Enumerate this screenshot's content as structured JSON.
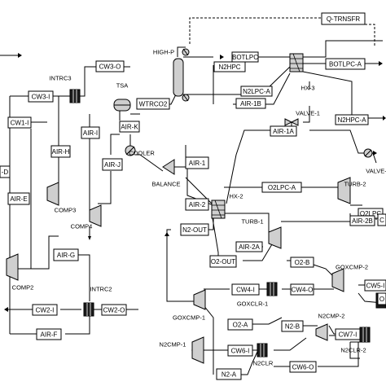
{
  "streams": [
    {
      "id": "Q-TRNSFR"
    },
    {
      "id": "BOTLPC"
    },
    {
      "id": "N2HPC"
    },
    {
      "id": "BOTLPC-A"
    },
    {
      "id": "CW3-O"
    },
    {
      "id": "CW3-I"
    },
    {
      "id": "N2LPC-A"
    },
    {
      "id": "AIR-1B"
    },
    {
      "id": "WTRCO2"
    },
    {
      "id": "CW1-I"
    },
    {
      "id": "AIR-I"
    },
    {
      "id": "AIR-K"
    },
    {
      "id": "AIR-1A"
    },
    {
      "id": "N2HPC-A"
    },
    {
      "id": "AIR-H"
    },
    {
      "id": "AIR-J"
    },
    {
      "id": "AIR-1"
    },
    {
      "id": "O2LPC-A"
    },
    {
      "id": "AIR-E"
    },
    {
      "id": "AIR-2"
    },
    {
      "id": "O2LPC"
    },
    {
      "id": "N2-OUT"
    },
    {
      "id": "AIR-2B"
    },
    {
      "id": "AIR-G"
    },
    {
      "id": "AIR-2A"
    },
    {
      "id": "O2-OUT"
    },
    {
      "id": "O2-B"
    },
    {
      "id": "CW5-I"
    },
    {
      "id": "CW4-I"
    },
    {
      "id": "CW4-O"
    },
    {
      "id": "CW2-I"
    },
    {
      "id": "CW2-O"
    },
    {
      "id": "O2-A"
    },
    {
      "id": "N2-B"
    },
    {
      "id": "CW7-I"
    },
    {
      "id": "AIR-F"
    },
    {
      "id": "CW6-I"
    },
    {
      "id": "CW6-O"
    },
    {
      "id": "N2-A"
    },
    {
      "id": "-D"
    },
    {
      "id": "C"
    },
    {
      "id": "O"
    }
  ],
  "units": {
    "high_p": "HIGH-P",
    "hx3": "HX-3",
    "intrc3": "INTRC3",
    "tsa": "TSA",
    "valve1": "VALVE-1",
    "cooler": "COOLER",
    "valve_edge": "VALVE-",
    "turb2": "TURB-2",
    "balance": "BALANCE",
    "hx2": "HX-2",
    "comp3": "COMP3",
    "comp4": "COMP4",
    "turb1": "TURB-1",
    "goxcmp2": "GOXCMP-2",
    "comp2": "COMP2",
    "intrc2": "INTRC2",
    "goxclr1": "GOXCLR-1",
    "goxcmp1": "GOXCMP-1",
    "n2cmp2": "N2CMP-2",
    "n2cmp1": "N2CMP-1",
    "n2clr2": "N2CLR-2",
    "n2clr": "N2CLR"
  }
}
